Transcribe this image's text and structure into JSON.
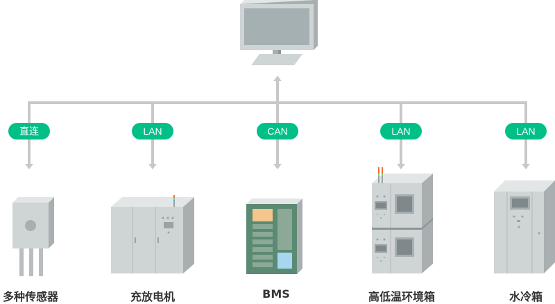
{
  "diagram": {
    "hub": {
      "name": "Computer monitor"
    },
    "colors": {
      "connector": "#c8c8c8",
      "pill": "#00c087",
      "pill_text": "#ffffff",
      "device_front": "#cfd4d5",
      "device_top": "#e2e6e7",
      "device_side": "#a9afb0",
      "bms_body": "#5b8a72",
      "bms_orange": "#f5c58d",
      "bms_blue": "#a7d7ef",
      "label_text": "#333333"
    },
    "connections": [
      {
        "protocol": "直连",
        "device": "多种传感器"
      },
      {
        "protocol": "LAN",
        "device": "充放电机"
      },
      {
        "protocol": "CAN",
        "device": "BMS"
      },
      {
        "protocol": "LAN",
        "device": "高低温环境箱"
      },
      {
        "protocol": "LAN",
        "device": "水冷箱"
      }
    ]
  }
}
